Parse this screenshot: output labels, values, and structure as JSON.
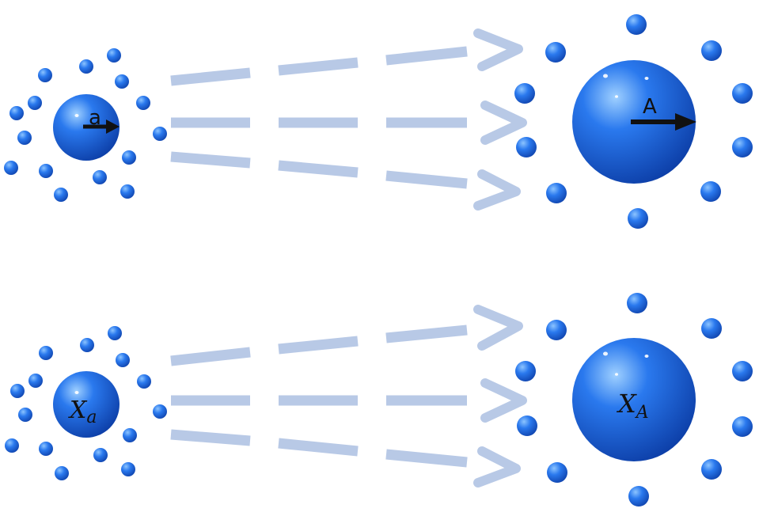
{
  "colors": {
    "sphere_light": "#9fd0ff",
    "sphere_mid": "#2a79ee",
    "sphere_dark": "#0d3fa8",
    "dashed_arrow": "#b8c9e6",
    "vector_arrow": "#111111",
    "background": "#ffffff"
  },
  "top_row": {
    "small_label": "a",
    "large_label": "A"
  },
  "bottom_row": {
    "small_label_base": "X",
    "small_label_sub": "a",
    "large_label_base": "X",
    "large_label_sub": "A"
  }
}
